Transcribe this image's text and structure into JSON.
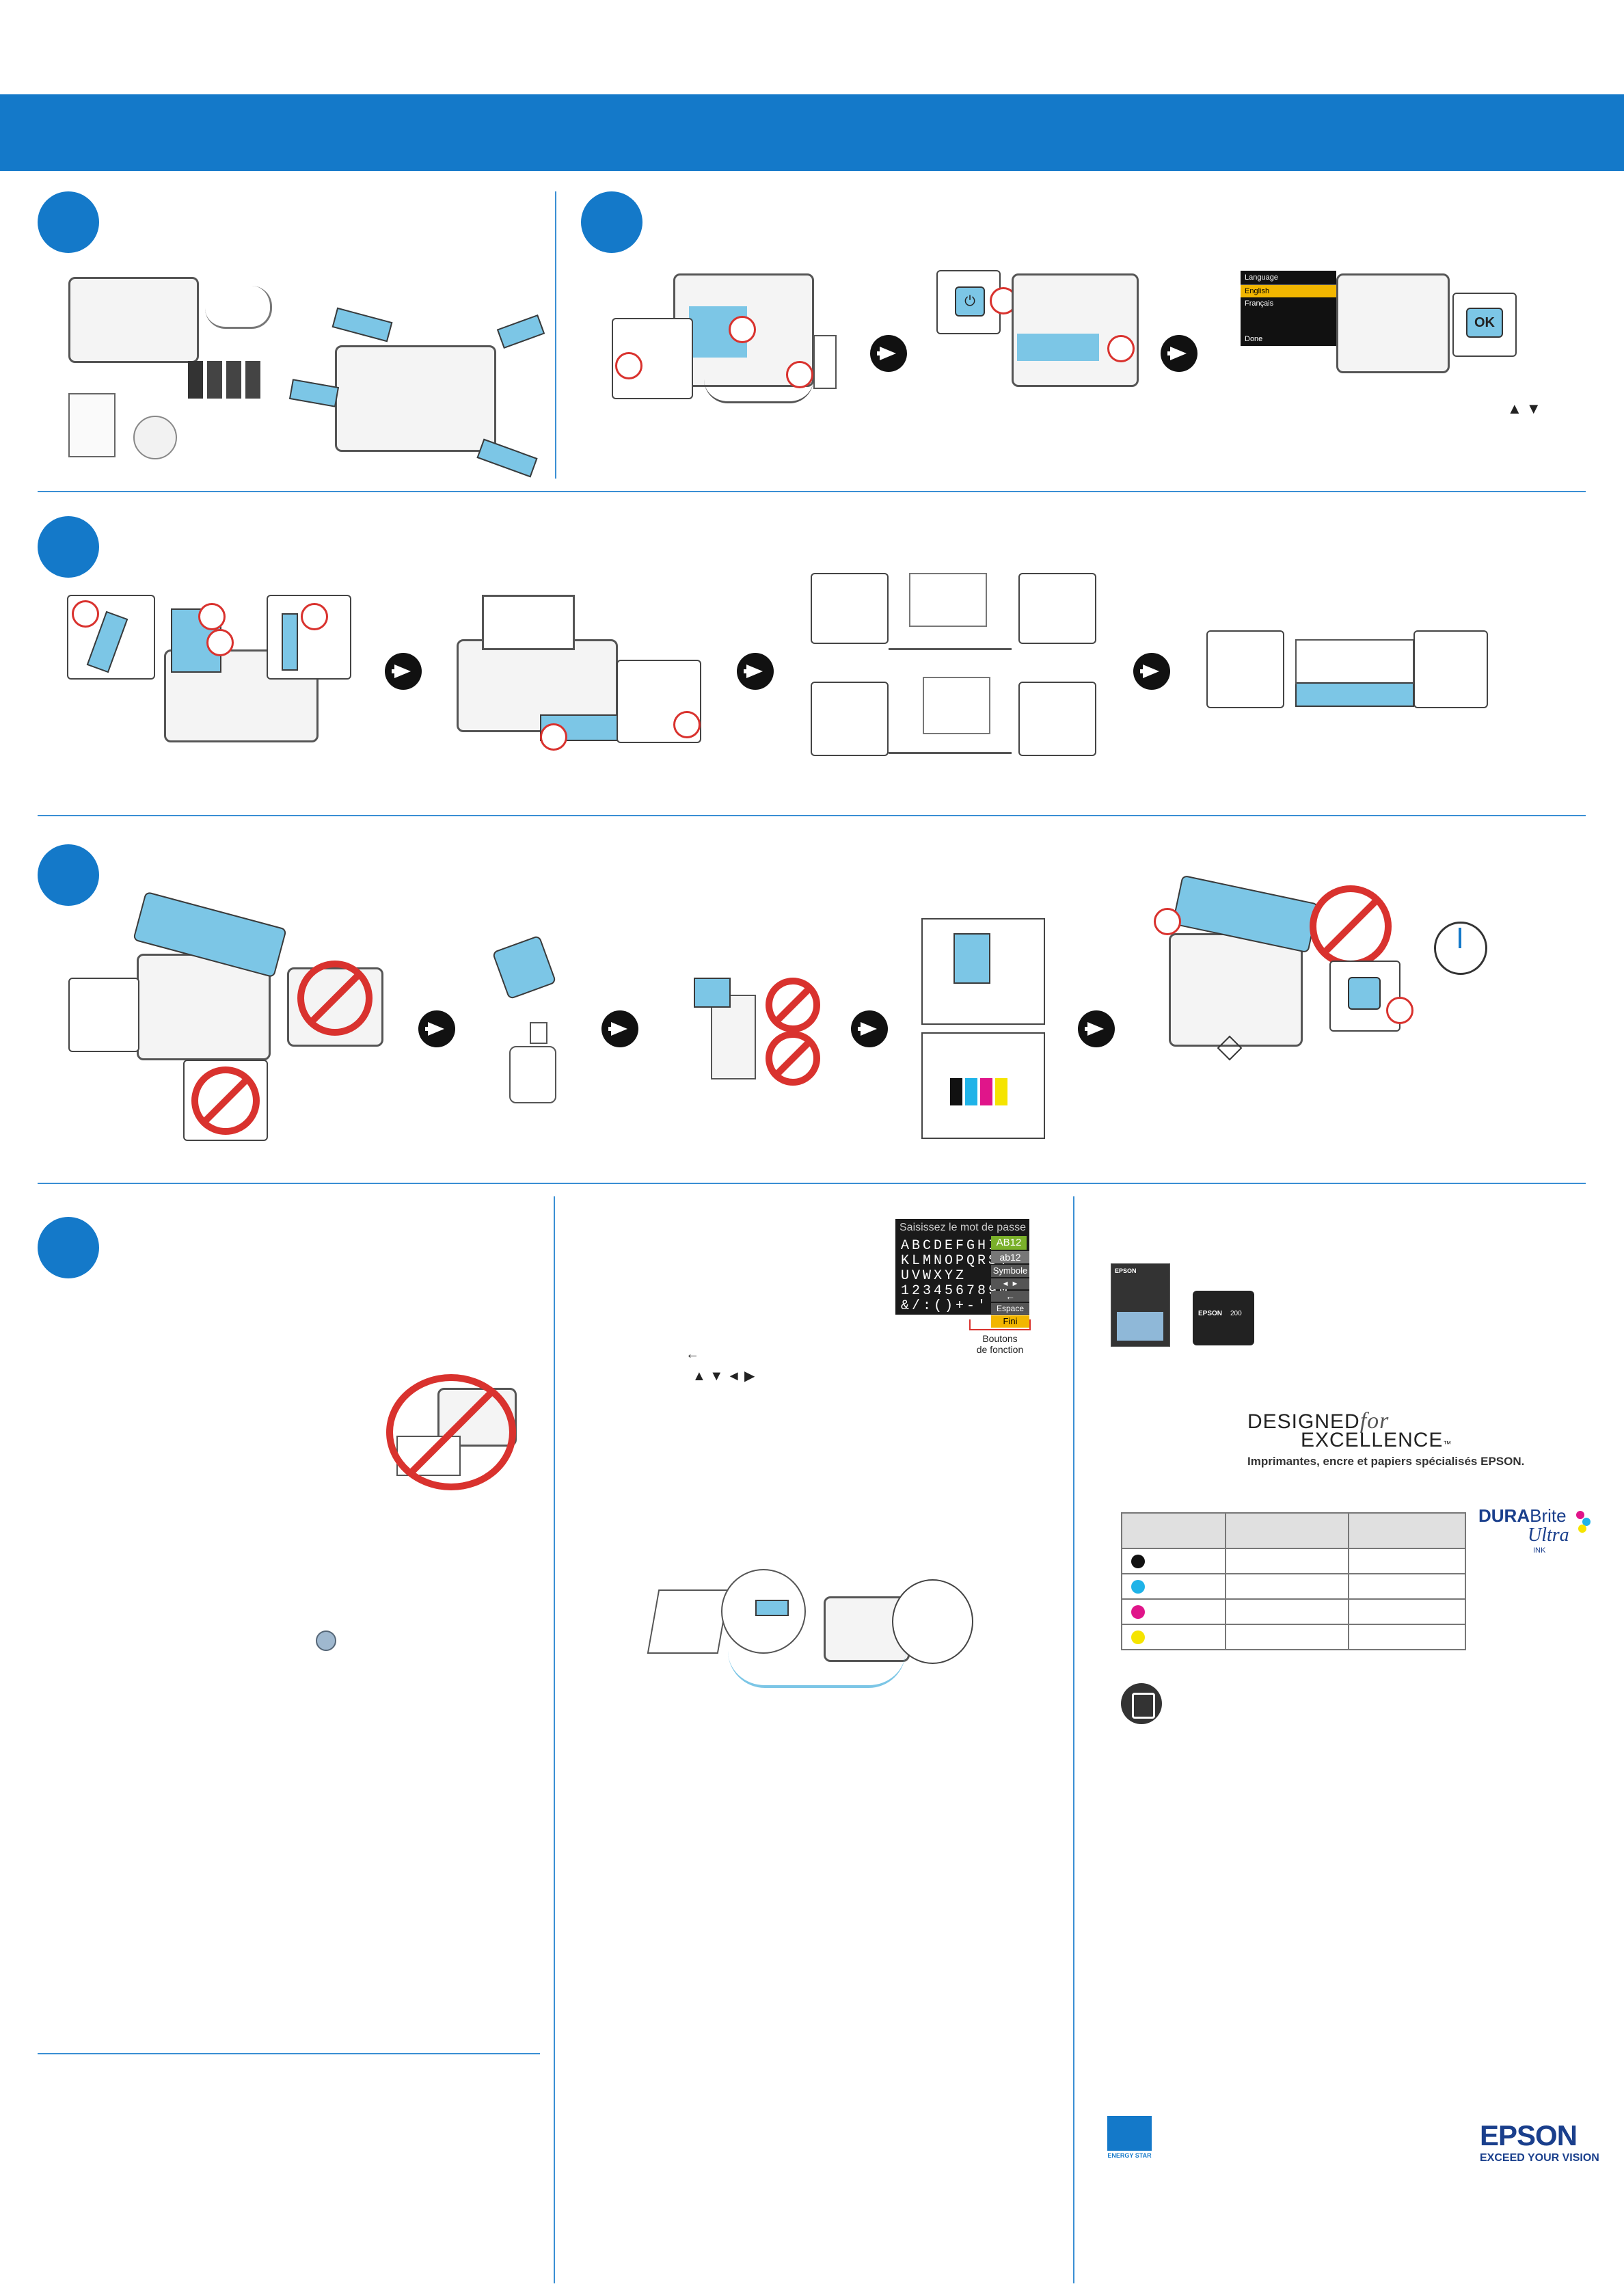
{
  "lcd_language": {
    "title": "Language",
    "options": [
      "English",
      "Français"
    ],
    "footer": "Done",
    "ok_label": "OK"
  },
  "nav_arrows": "▲  ▼",
  "keyboard": {
    "header": "Saisissez le mot de passe",
    "rows": [
      "ABCDEFGHIJ",
      "KLMNOPQRST",
      "UVWXYZ",
      "1234567890",
      "&/:()+-'."
    ],
    "mode_active": "AB12",
    "mode_other": "ab12",
    "buttons": [
      "Symbole",
      "◄  ►",
      "←",
      "Espace",
      "Fini"
    ],
    "caption_line1": "Boutons",
    "caption_line2": "de fonction"
  },
  "key_glyphs": {
    "backspace": "←",
    "arrows": "▲ ▼ ◄  ▶"
  },
  "start_icon": "diamond-start-icon",
  "timer": "clock-icon",
  "branding": {
    "designed_for": "DESIGNED",
    "for_word": "for",
    "excellence": "EXCELLENCE",
    "tm": "™",
    "tagline": "Imprimantes, encre et papiers spécialisés EPSON.",
    "durabrite_dura": "DURA",
    "durabrite_brite": "Brite",
    "durabrite_ultra": "Ultra",
    "durabrite_ink": "INK",
    "epson_logo": "EPSON",
    "epson_tagline": "EXCEED YOUR VISION",
    "energy_star": "ENERGY STAR",
    "package_epson": "EPSON",
    "package_number": "200"
  },
  "ink_colors": [
    "#111111",
    "#1fb3e8",
    "#e0158a",
    "#f5e400"
  ],
  "colors": {
    "banner": "#1479c9",
    "accent_red": "#d9322e",
    "accent_blue": "#7cc6e6"
  }
}
